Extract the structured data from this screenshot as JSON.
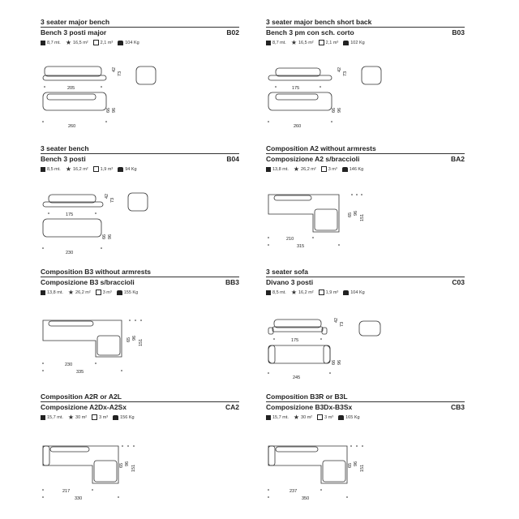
{
  "products": [
    {
      "title_en": "3 seater major bench",
      "title_it": "Bench 3 posti major",
      "code": "B02",
      "specs": {
        "fabric": "8,7 mt.",
        "surface": "16,5 m²",
        "volume": "2,1 m³",
        "weight": "104 Kg"
      },
      "dims": {
        "back_width": "205",
        "base_width": "260",
        "h1": "42",
        "h2": "73",
        "d1": "66",
        "d2": "96"
      }
    },
    {
      "title_en": "3 seater major bench short back",
      "title_it": "Bench 3 pm con sch. corto",
      "code": "B03",
      "specs": {
        "fabric": "8,7 mt.",
        "surface": "16,5 m²",
        "volume": "2,1 m³",
        "weight": "102 Kg"
      },
      "dims": {
        "back_width": "175",
        "base_width": "260",
        "h1": "42",
        "h2": "73",
        "d1": "66",
        "d2": "96"
      }
    },
    {
      "title_en": "3 seater bench",
      "title_it": "Bench 3 posti",
      "code": "B04",
      "specs": {
        "fabric": "8,5 mt.",
        "surface": "16,2 m²",
        "volume": "1,9 m³",
        "weight": "94 Kg"
      },
      "dims": {
        "back_width": "175",
        "base_width": "230",
        "h1": "42",
        "h2": "73",
        "d1": "66",
        "d2": "96"
      }
    },
    {
      "title_en": "Composition A2 without armrests",
      "title_it": "Composizione A2 s/braccioli",
      "code": "BA2",
      "specs": {
        "fabric": "13,8 mt.",
        "surface": "26,2 m²",
        "volume": "3 m³",
        "weight": "146 Kg"
      },
      "dims": {
        "w1": "210",
        "w2": "315",
        "d1": "65",
        "d2": "96",
        "d3": "151"
      }
    },
    {
      "title_en": "Composition B3 without armrests",
      "title_it": "Composizione B3 s/braccioli",
      "code": "BB3",
      "specs": {
        "fabric": "13,8 mt.",
        "surface": "26,2 m²",
        "volume": "3 m³",
        "weight": "155 Kg"
      },
      "dims": {
        "w1": "230",
        "w2": "335",
        "d1": "65",
        "d2": "96",
        "d3": "151"
      }
    },
    {
      "title_en": "3 seater sofa",
      "title_it": "Divano 3 posti",
      "code": "C03",
      "specs": {
        "fabric": "8,5 mt.",
        "surface": "16,2 m²",
        "volume": "1,9 m³",
        "weight": "104 Kg"
      },
      "dims": {
        "back_width": "175",
        "base_width": "245",
        "h1": "42",
        "h2": "73",
        "d1": "66",
        "d2": "96"
      }
    },
    {
      "title_en": "Composition A2R or A2L",
      "title_it": "Composizione A2Dx-A2Sx",
      "code": "CA2",
      "specs": {
        "fabric": "15,7 mt.",
        "surface": "30 m²",
        "volume": "3 m³",
        "weight": "156 Kg"
      },
      "dims": {
        "w1": "217",
        "w2": "330",
        "d1": "65",
        "d2": "96",
        "d3": "151"
      }
    },
    {
      "title_en": "Composition B3R or B3L",
      "title_it": "Composizione B3Dx-B3Sx",
      "code": "CB3",
      "specs": {
        "fabric": "15,7 mt.",
        "surface": "30 m²",
        "volume": "3 m³",
        "weight": "165 Kg"
      },
      "dims": {
        "w1": "237",
        "w2": "350",
        "d1": "65",
        "d2": "96",
        "d3": "151"
      }
    }
  ]
}
